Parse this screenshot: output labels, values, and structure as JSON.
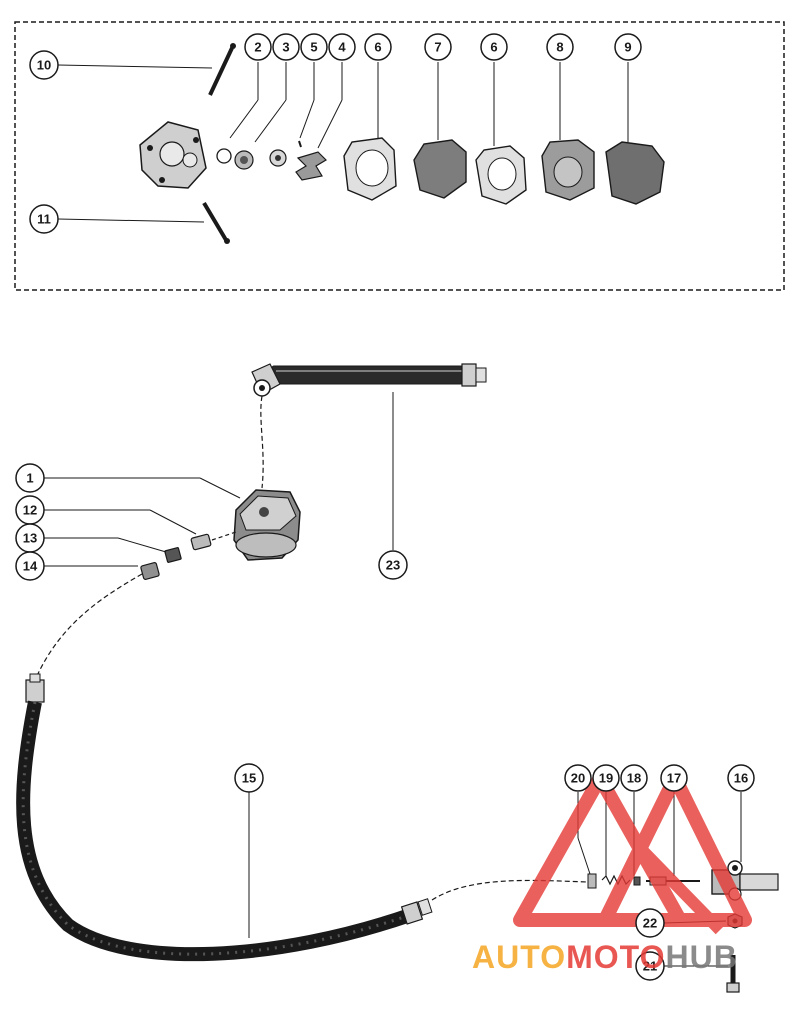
{
  "callouts": {
    "c1": "1",
    "c2": "2",
    "c3": "3",
    "c4": "4",
    "c5": "5",
    "c6a": "6",
    "c6b": "6",
    "c7": "7",
    "c8": "8",
    "c9": "9",
    "c10": "10",
    "c11": "11",
    "c12": "12",
    "c13": "13",
    "c14": "14",
    "c15": "15",
    "c16": "16",
    "c17": "17",
    "c18": "18",
    "c19": "19",
    "c20": "20",
    "c21": "21",
    "c22": "22",
    "c23": "23"
  },
  "watermark": {
    "part1": "AUTO",
    "part2": "MOTO",
    "part3": "HUB"
  },
  "colors": {
    "ink": "#1a1a1a",
    "accent_red": "#e53935",
    "accent_orange": "#f5a623",
    "hub_gray": "#777777"
  }
}
